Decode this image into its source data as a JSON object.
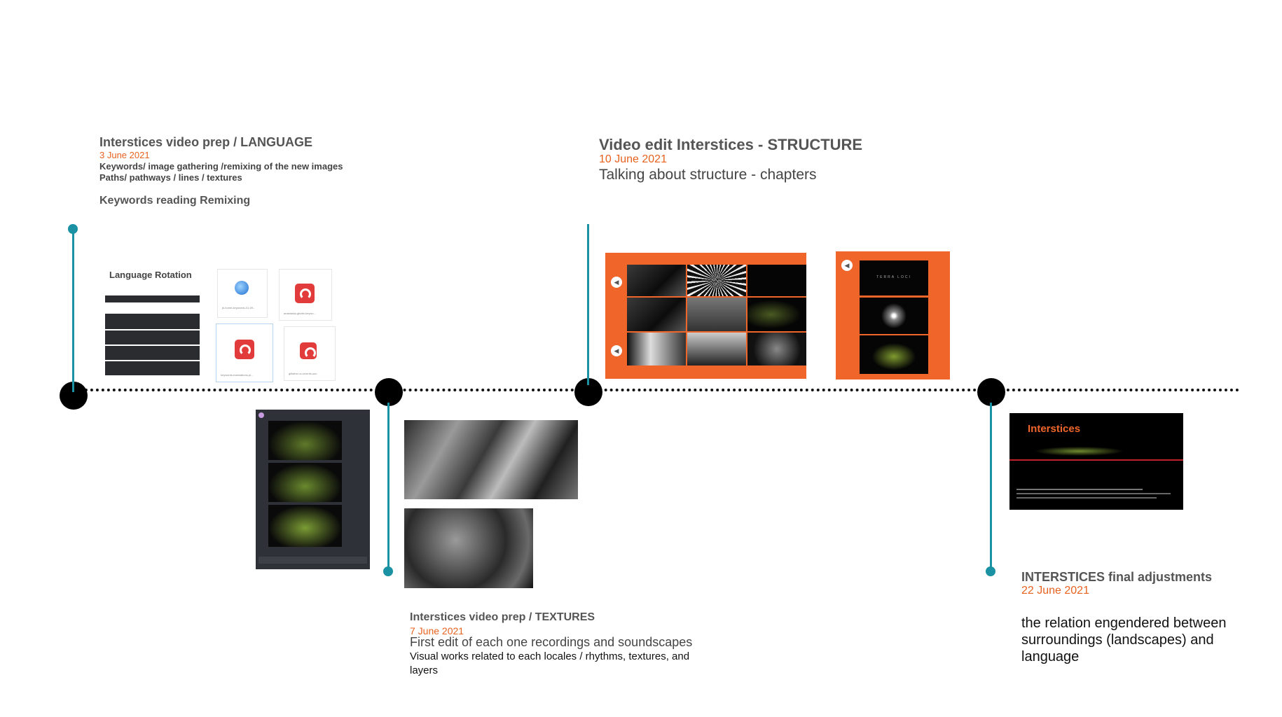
{
  "events": [
    {
      "id": "language",
      "title": "Interstices video prep / LANGUAGE",
      "date": "3 June  2021",
      "lines": [
        "Keywords/ image gathering /remixing of the new images",
        "Paths/ pathways / lines / textures"
      ],
      "subheading": "Keywords reading Remixing",
      "panel_title": "Language Rotation",
      "card_captions": [
        "jk-home-keywords-01-09...",
        "anastasia-gkivite-keywo...",
        "keywords-translations-pl...",
        "gilkaher-cu-events-soo"
      ]
    },
    {
      "id": "textures",
      "title": "Interstices video prep / TEXTURES",
      "date": "7 June  2021",
      "lines": [
        "First edit of each one recordings and soundscapes",
        "Visual works  related to each locales / rhythms, textures, and",
        "layers"
      ]
    },
    {
      "id": "structure",
      "title": "Video edit Interstices -  STRUCTURE",
      "date": "10 June 2021",
      "lines": [
        "Talking  about structure - chapters"
      ],
      "still_caption": "TERRA LOCI"
    },
    {
      "id": "final",
      "title": "INTERSTICES final adjustments",
      "date": "22 June 2021",
      "lines": [
        "the relation engendered between",
        "surroundings (landscapes) and",
        "language"
      ],
      "preview_title": "Interstices"
    }
  ],
  "colors": {
    "accent_orange": "#e8621f",
    "teal": "#1a92a3",
    "node": "#000000",
    "panel_orange": "#f0652a"
  }
}
